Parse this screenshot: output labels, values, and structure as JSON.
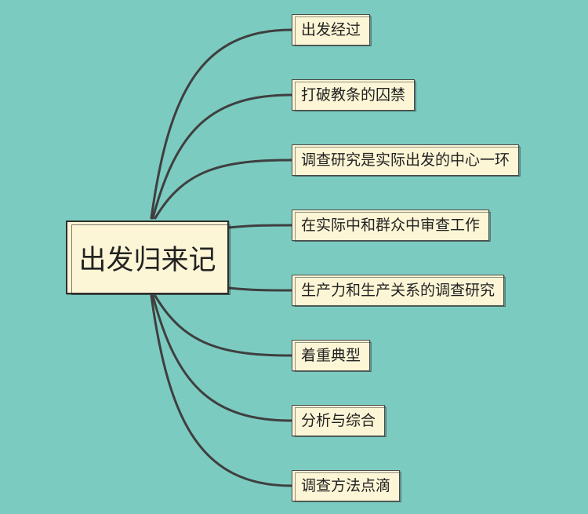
{
  "mindmap": {
    "root": {
      "label": "出发归来记"
    },
    "branches": [
      {
        "label": "出发经过"
      },
      {
        "label": "打破教条的囚禁"
      },
      {
        "label": "调查研究是实际出发的中心一环"
      },
      {
        "label": "在实际中和群众中审查工作"
      },
      {
        "label": "生产力和生产关系的调查研究"
      },
      {
        "label": "着重典型"
      },
      {
        "label": "分析与综合"
      },
      {
        "label": "调查方法点滴"
      }
    ]
  },
  "colors": {
    "background": "#7ccbc0",
    "node_fill": "#fdf6d6",
    "connector": "#3f3f3f",
    "text": "#222222"
  }
}
